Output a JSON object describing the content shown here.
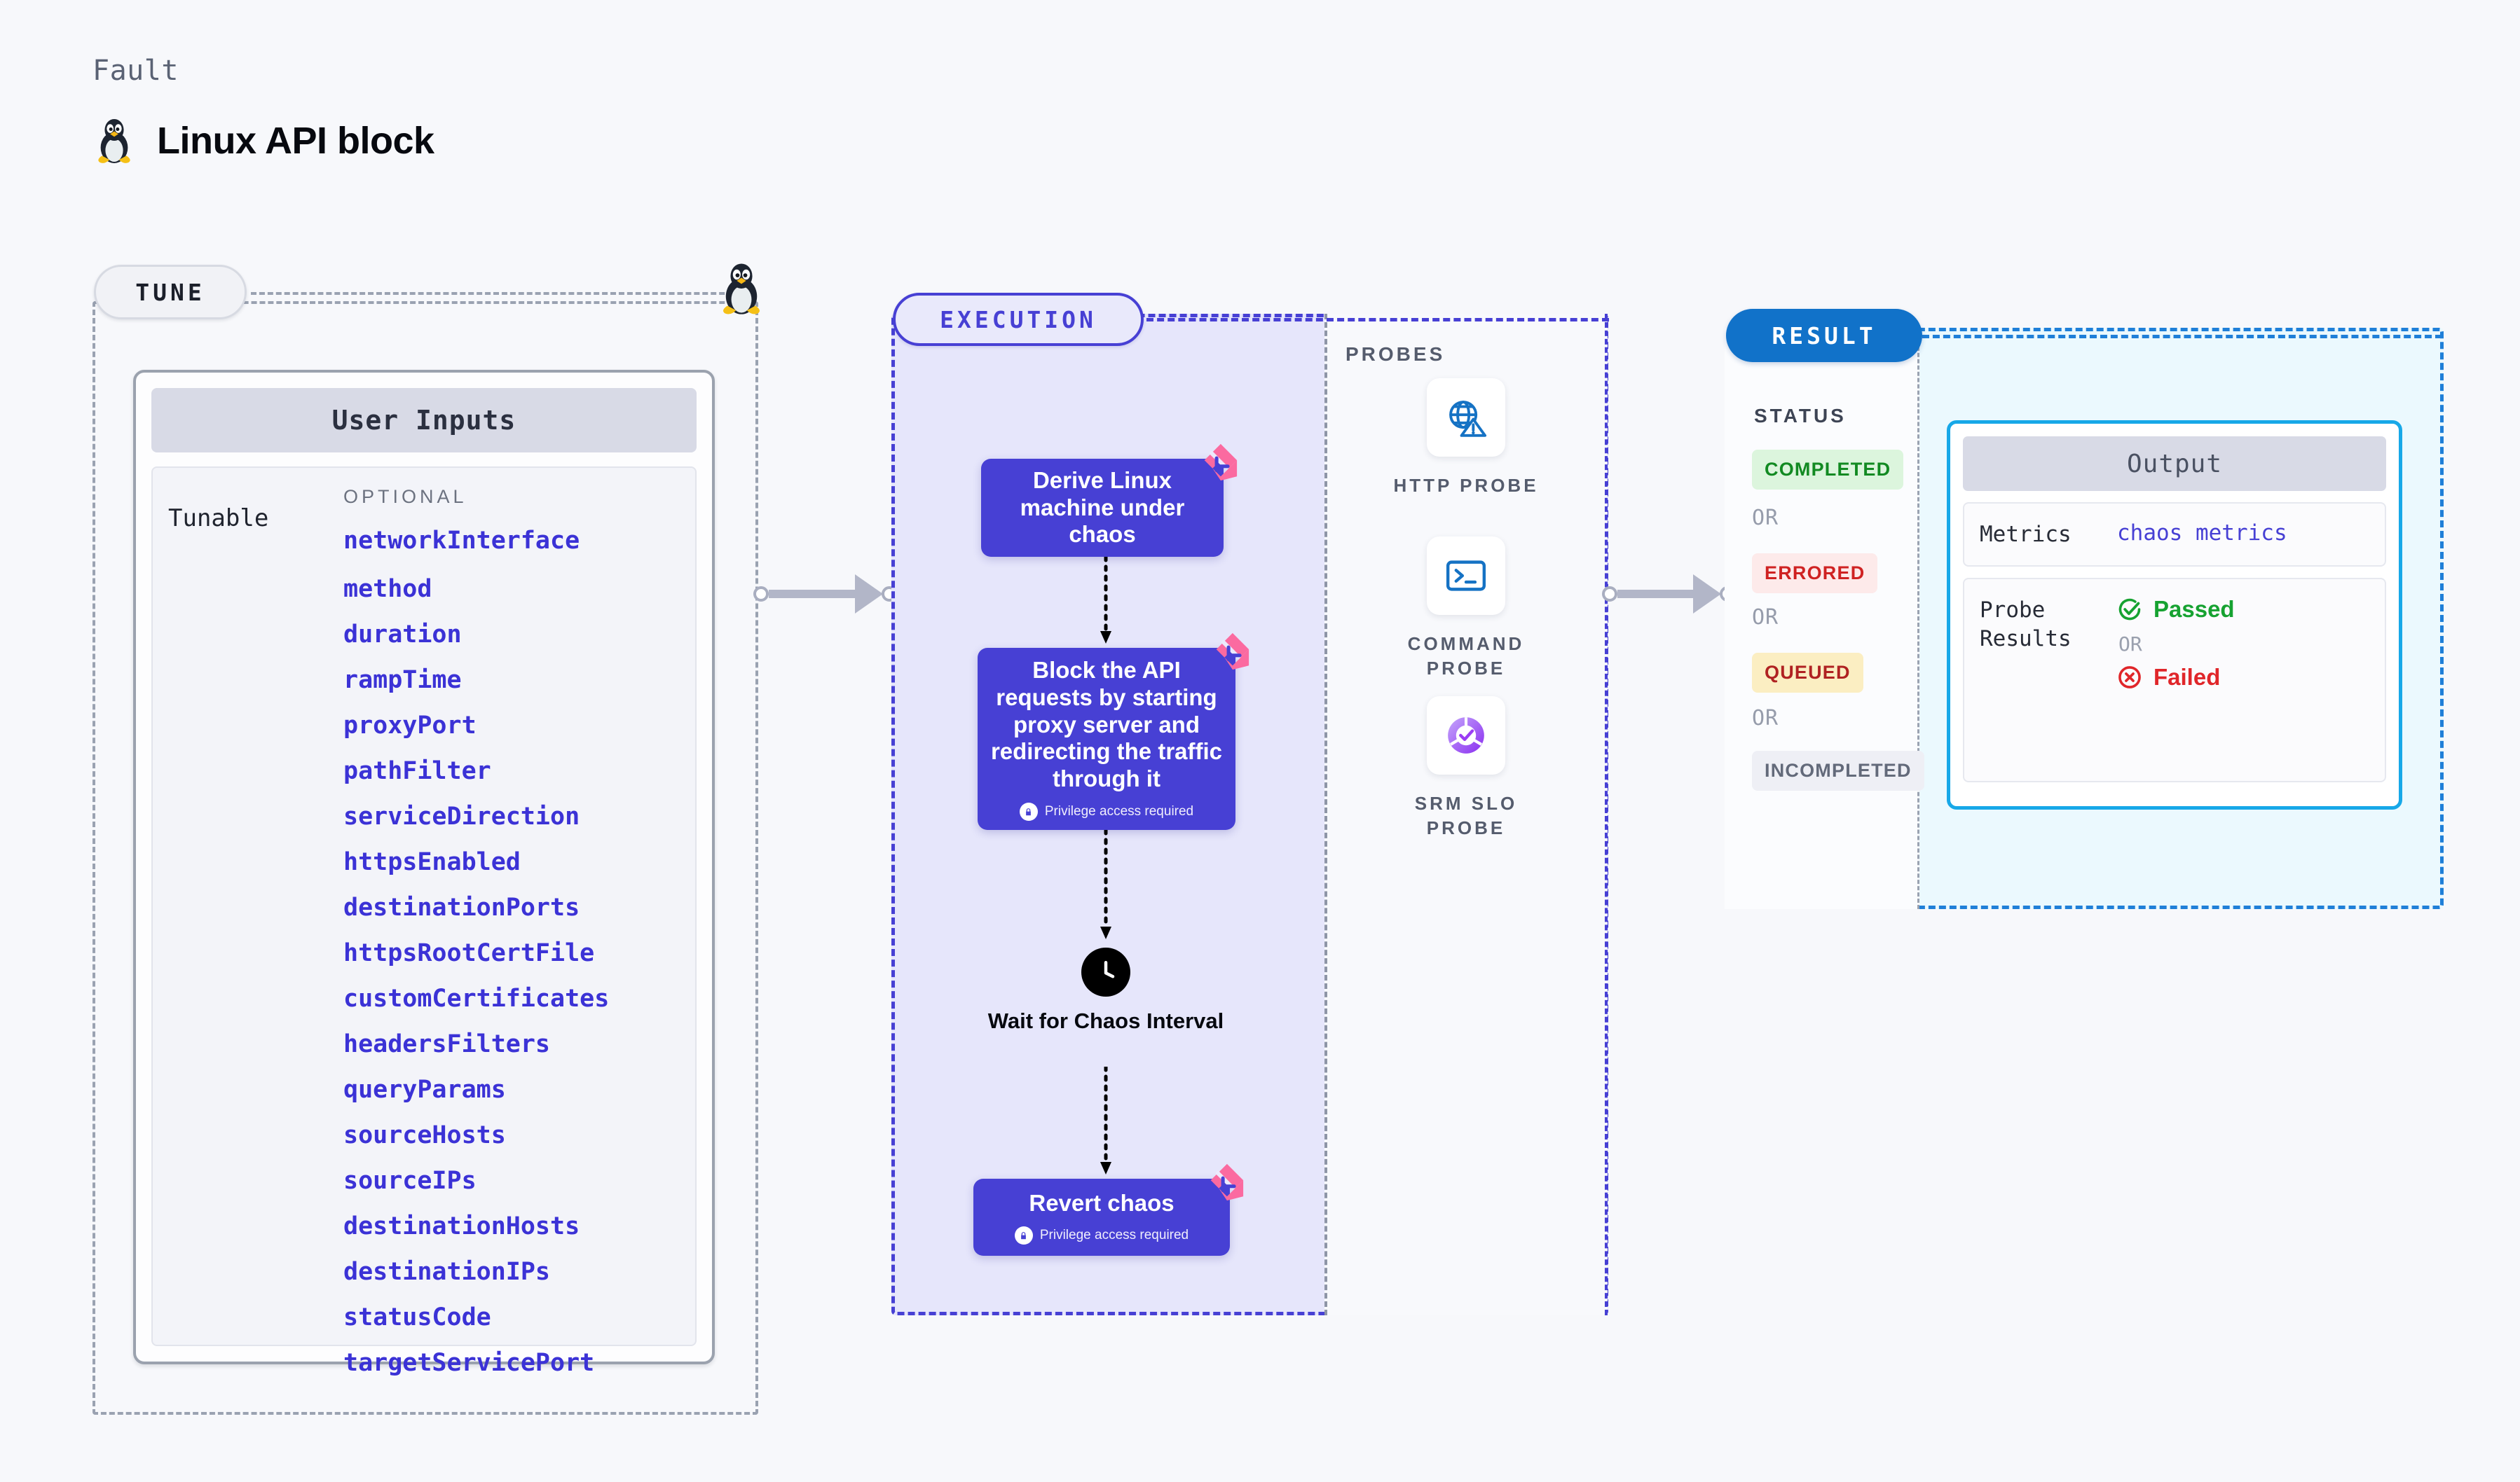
{
  "header": {
    "eyebrow": "Fault",
    "title": "Linux API block",
    "icon": "linux-penguin-icon"
  },
  "tune": {
    "pill_label": "TUNE",
    "card_title": "User Inputs",
    "tunable_label": "Tunable",
    "optional_label": "OPTIONAL",
    "parameters": [
      "networkInterface",
      "method",
      "duration",
      "rampTime",
      "proxyPort",
      "pathFilter",
      "serviceDirection",
      "httpsEnabled",
      "destinationPorts",
      "httpsRootCertFile",
      "customCertificates",
      "headersFilters",
      "queryParams",
      "sourceHosts",
      "sourceIPs",
      "destinationHosts",
      "destinationIPs",
      "statusCode",
      "targetServicePort"
    ]
  },
  "execution": {
    "pill_label": "EXECUTION",
    "nodes": [
      {
        "title": "Derive Linux machine under chaos",
        "privilege": null
      },
      {
        "title": "Block the API requests by starting proxy server and redirecting the traffic through it",
        "privilege": "Privilege access required"
      },
      {
        "title": "Revert chaos",
        "privilege": "Privilege access required"
      }
    ],
    "wait_step": {
      "label": "Wait for Chaos Interval",
      "icon": "clock-icon"
    }
  },
  "probes": {
    "title": "PROBES",
    "items": [
      {
        "label": "HTTP PROBE",
        "icon": "globe-warning-icon"
      },
      {
        "label": "COMMAND PROBE",
        "icon": "terminal-icon"
      },
      {
        "label": "SRM SLO PROBE",
        "icon": "slo-donut-check-icon"
      }
    ]
  },
  "result": {
    "pill_label": "RESULT",
    "status_title": "STATUS",
    "or_label": "OR",
    "statuses": [
      {
        "label": "COMPLETED",
        "bg": "#dcf5dd",
        "fg": "#128a22"
      },
      {
        "label": "ERRORED",
        "bg": "#fdeaea",
        "fg": "#cf2222"
      },
      {
        "label": "QUEUED",
        "bg": "#fbeec2",
        "fg": "#b02222"
      },
      {
        "label": "INCOMPLETED",
        "bg": "#eeeff5",
        "fg": "#636a7a"
      }
    ],
    "output": {
      "title": "Output",
      "metrics_key": "Metrics",
      "metrics_value": "chaos metrics",
      "probe_key": "Probe Results",
      "passed_label": "Passed",
      "failed_label": "Failed",
      "or_label": "OR"
    }
  },
  "colors": {
    "indigo": "#4740d4",
    "blue": "#1172c9",
    "cyan": "#17a8e8",
    "pink": "#fb6aa0",
    "param_blue": "#3b32d6"
  }
}
